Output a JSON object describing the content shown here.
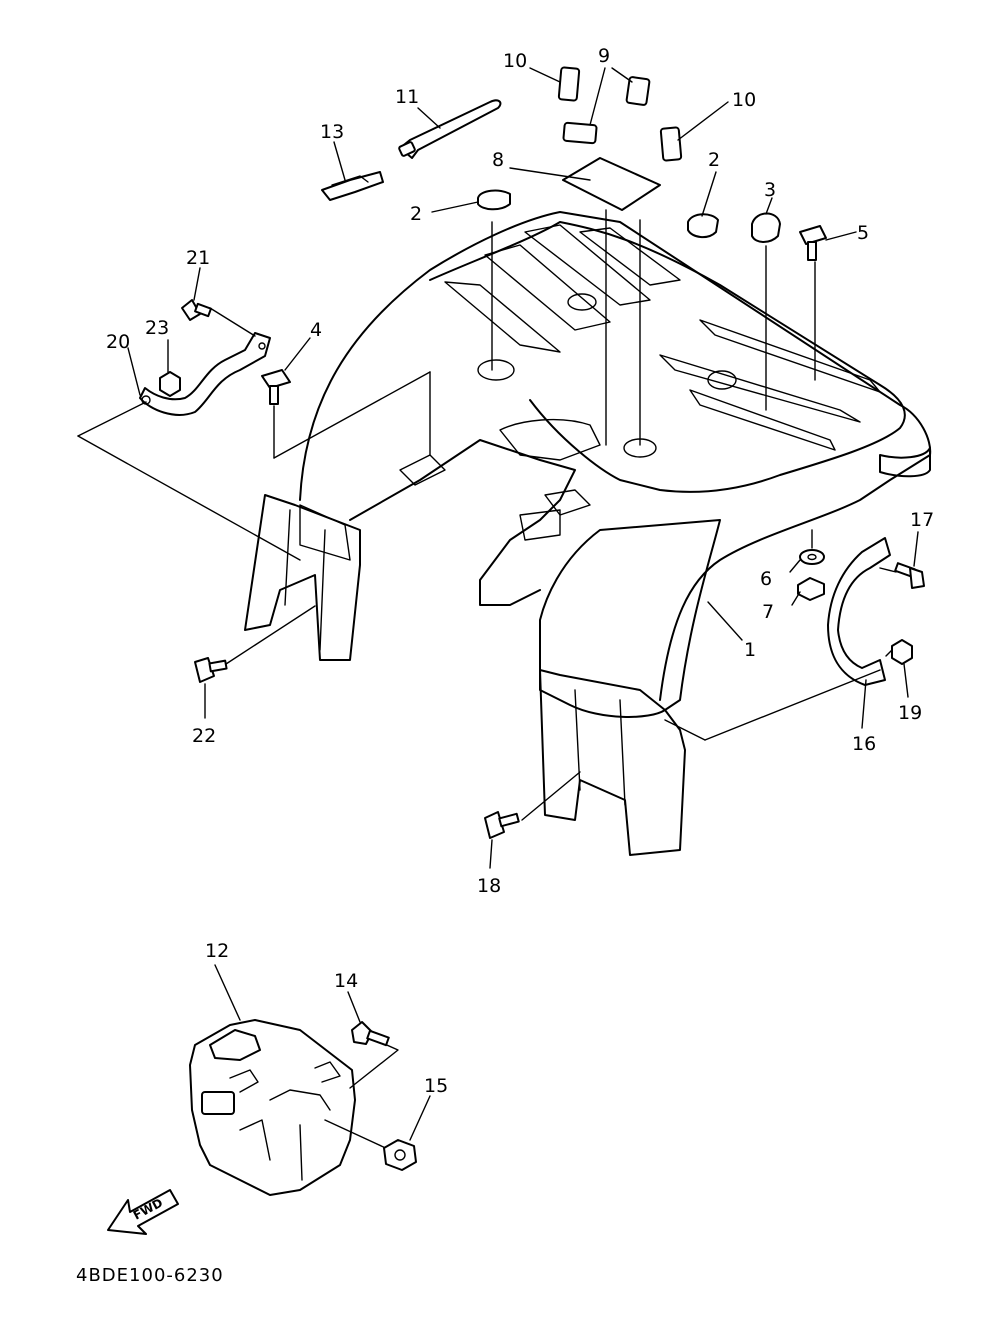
{
  "diagram": {
    "drawing_code": "4BDE100-6230",
    "fwd_label": "FWD",
    "callouts": {
      "c1": "1",
      "c2a": "2",
      "c2b": "2",
      "c3": "3",
      "c4": "4",
      "c5": "5",
      "c6": "6",
      "c7": "7",
      "c8": "8",
      "c9": "9",
      "c10a": "10",
      "c10b": "10",
      "c11": "11",
      "c12": "12",
      "c13": "13",
      "c14": "14",
      "c15": "15",
      "c16": "16",
      "c17": "17",
      "c18": "18",
      "c19": "19",
      "c20": "20",
      "c21": "21",
      "c22": "22",
      "c23": "23"
    }
  }
}
